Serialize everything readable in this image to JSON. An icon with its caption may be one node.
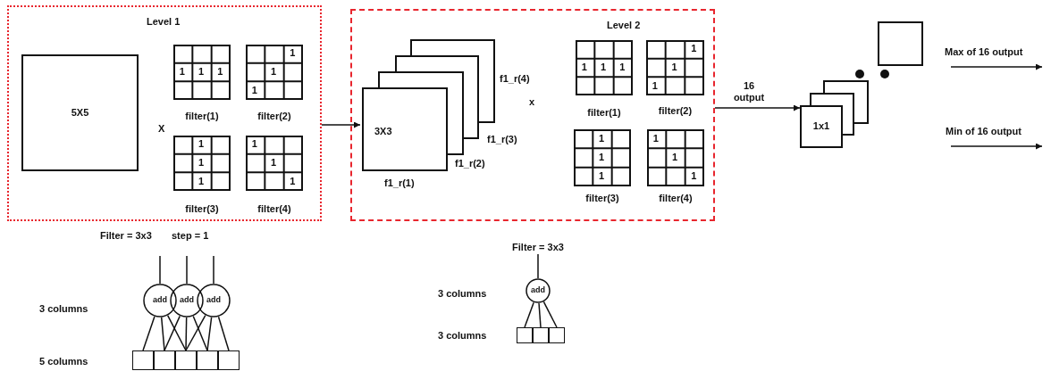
{
  "diagram": {
    "nodes": [
      {
        "text": [
          "Level 1"
        ]
      },
      {
        "text": [
          "5X5"
        ],
        "in": 0
      },
      {
        "text": [
          "1",
          "1",
          "1",
          "filter(1)"
        ],
        "in": 0
      },
      {
        "text": [
          "1",
          "1",
          "1",
          "filter(2)"
        ],
        "in": 0
      },
      {
        "text": [
          "1",
          "1",
          "1",
          "filter(3)"
        ],
        "in": 0
      },
      {
        "text": [
          "1",
          "1",
          "1",
          "filter(4)"
        ],
        "in": 0
      },
      {
        "text": [
          "Level 2"
        ]
      },
      {
        "text": [
          "3X3",
          "f1_r(1)"
        ],
        "in": 6
      },
      {
        "text": [
          "f1_r(2)"
        ],
        "in": 6
      },
      {
        "text": [
          "f1_r(3)"
        ],
        "in": 6
      },
      {
        "text": [
          "f1_r(4)"
        ],
        "in": 6
      },
      {
        "text": [
          "1",
          "1",
          "1",
          "filter(1)"
        ],
        "in": 6
      },
      {
        "text": [
          "1",
          "1",
          "1",
          "filter(2)"
        ],
        "in": 6
      },
      {
        "text": [
          "1",
          "1",
          "1",
          "filter(3)"
        ],
        "in": 6
      },
      {
        "text": [
          "1",
          "1",
          "1",
          "filter(4)"
        ],
        "in": 6
      },
      {
        "text": [
          "1x1"
        ]
      },
      {
        "text": [],
        "shape": "box"
      },
      {
        "text": [],
        "shape": "box"
      },
      {
        "text": [],
        "shape": "box"
      },
      {
        "text": [
          "add"
        ]
      },
      {
        "text": [
          "add"
        ]
      },
      {
        "text": [
          "add"
        ]
      },
      {
        "text": [],
        "shape": "box"
      },
      {
        "text": [],
        "shape": "box"
      },
      {
        "text": [],
        "shape": "box"
      },
      {
        "text": [],
        "shape": "box"
      },
      {
        "text": [],
        "shape": "box"
      },
      {
        "text": [
          "add"
        ]
      },
      {
        "text": [],
        "shape": "box"
      },
      {
        "text": [],
        "shape": "box"
      },
      {
        "text": [],
        "shape": "box"
      },
      {
        "text": [
          "Filter = 3x3"
        ]
      }
    ],
    "edges": [
      {
        "from": 0,
        "to": 7,
        "arrow": "to"
      },
      {
        "from": 6,
        "to": 15,
        "arrow": "to",
        "label": "16 output"
      },
      {
        "from": null,
        "to": 19,
        "arrow": "none"
      },
      {
        "from": null,
        "to": 20,
        "arrow": "none"
      },
      {
        "from": null,
        "to": 21,
        "arrow": "none"
      },
      {
        "from": 19,
        "to": 22,
        "arrow": "none"
      },
      {
        "from": 19,
        "to": 23,
        "arrow": "none"
      },
      {
        "from": 19,
        "to": 24,
        "arrow": "none"
      },
      {
        "from": 20,
        "to": 23,
        "arrow": "none"
      },
      {
        "from": 20,
        "to": 24,
        "arrow": "none"
      },
      {
        "from": 20,
        "to": 25,
        "arrow": "none"
      },
      {
        "from": 21,
        "to": 24,
        "arrow": "none"
      },
      {
        "from": 21,
        "to": 25,
        "arrow": "none"
      },
      {
        "from": 21,
        "to": 26,
        "arrow": "none"
      },
      {
        "from": 31,
        "to": 27,
        "arrow": "none"
      },
      {
        "from": 27,
        "to": 28,
        "arrow": "none"
      },
      {
        "from": 27,
        "to": 29,
        "arrow": "none"
      },
      {
        "from": 27,
        "to": 30,
        "arrow": "none"
      }
    ],
    "labels": [
      "X",
      "x",
      "Max of 16 output",
      "Min of 16 output",
      "Filter = 3x3",
      "step = 1",
      "3 columns",
      "3 columns",
      "3 columns",
      "5 columns"
    ]
  }
}
